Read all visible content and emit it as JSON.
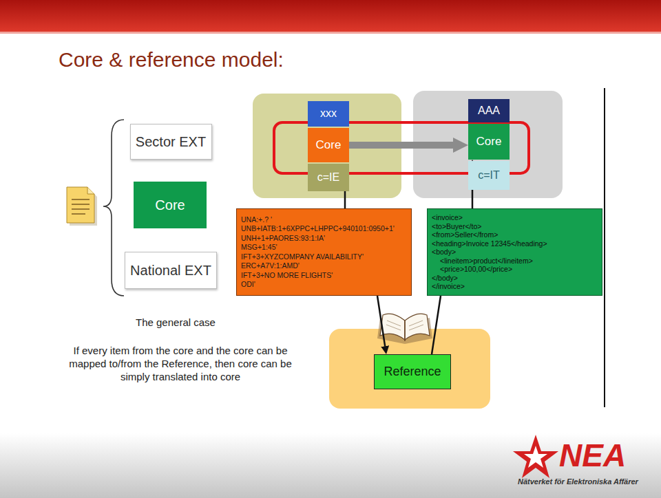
{
  "diagram": {
    "title": "Core & reference model:",
    "nodes": [
      {
        "text": [
          "Sector EXT"
        ]
      },
      {
        "text": [
          "Core"
        ]
      },
      {
        "text": [
          "National EXT"
        ]
      },
      {
        "text": [
          "xxx"
        ]
      },
      {
        "text": [
          "Core"
        ]
      },
      {
        "text": [
          "c=IE"
        ]
      },
      {
        "text": [
          "AAA"
        ]
      },
      {
        "text": [
          "Core"
        ]
      },
      {
        "text": [
          "c=IT"
        ]
      },
      {
        "text": [
          "UNA:+.? '",
          "UNB+IATB:1+6XPPC+LHPPC+940101:0950+1'",
          "UNH+1+PAORES:93:1:IA'",
          "MSG+1:45'",
          "IFT+3+XYZCOMPANY AVAILABILITY'",
          "ERC+A7V:1:AMD'",
          "IFT+3+NO MORE FLIGHTS'",
          "ODI'"
        ]
      },
      {
        "text": [
          "<invoice>",
          "<to>Buyer</to>",
          "<from>Seller</from>",
          "<heading>Invoice 12345</heading>",
          "<body>",
          "<lineitem>product</lineitem>",
          "<price>100,00</price>",
          "</body>",
          "</invoice>"
        ]
      },
      {
        "text": [
          "Reference"
        ]
      }
    ],
    "edges": [
      {
        "from": 4,
        "to": 7,
        "arrow": "to"
      },
      {
        "from": 9,
        "to": 5,
        "arrow": "none"
      },
      {
        "from": 10,
        "to": 7,
        "arrow": "to"
      },
      {
        "from": 9,
        "to": 11,
        "arrow": "to"
      },
      {
        "from": 11,
        "to": 10,
        "arrow": "none"
      }
    ],
    "labels": [
      "The general case",
      "If every item from the core and the core can be mapped to/from the Reference, then core can be simply translated into core",
      "NEA",
      "Nätverket för Elektroniska Affärer"
    ]
  }
}
